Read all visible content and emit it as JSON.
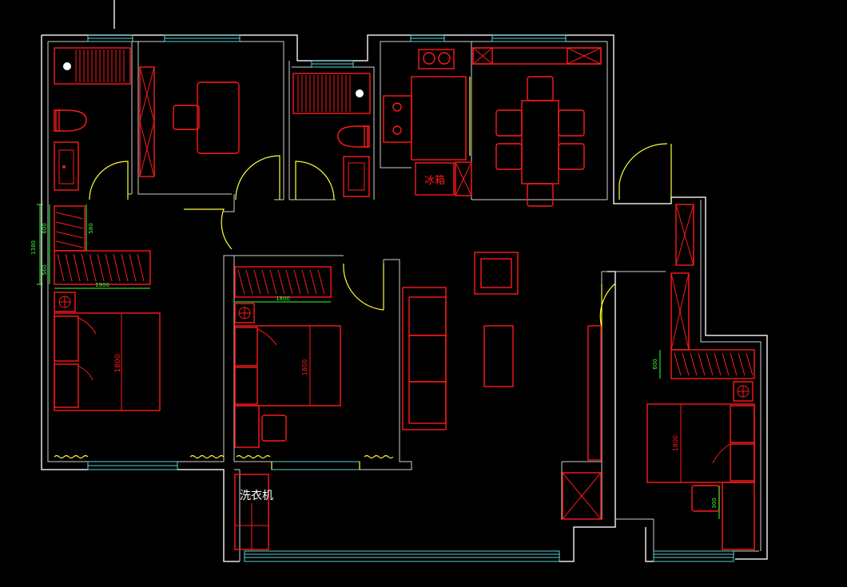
{
  "labels": {
    "washing_machine": "洗衣机",
    "fridge": "冰箱",
    "bed_size_1": "1800",
    "bed_size_2": "1800",
    "bed_size_3": "1800",
    "wardrobe_1_width": "1900",
    "wardrobe_2_width": "1800",
    "dim_1": "1380",
    "dim_2": "600",
    "dim_3": "560",
    "dim_4": "600",
    "dim_5": "580",
    "dim_6": "300"
  },
  "colors": {
    "background": "#000000",
    "walls": "#e6e6e6",
    "furniture": "#ff1a1a",
    "doors": "#ffff33",
    "windows": "#5fd0d0",
    "dimensions": "#33ff33"
  }
}
